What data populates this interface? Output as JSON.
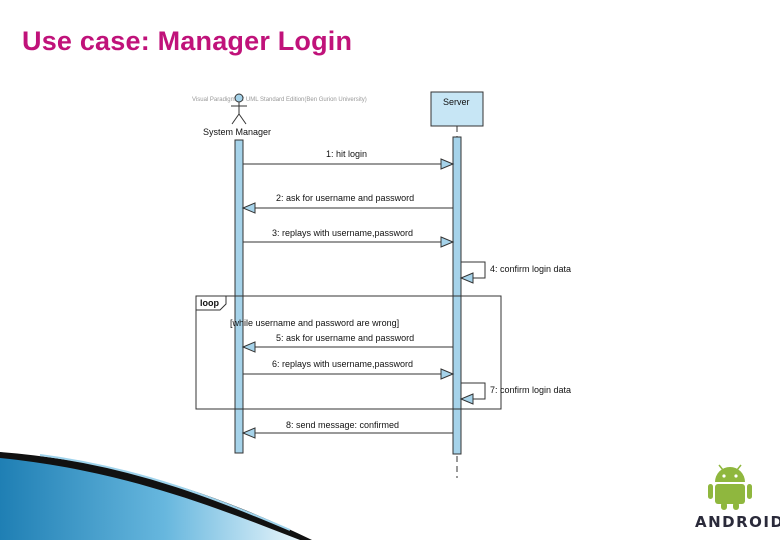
{
  "slide": {
    "title": "Use case: Manager Login"
  },
  "diagram": {
    "watermark": "Visual Paradigm for UML Standard Edition(Ben Gurion University)",
    "actor": {
      "name": "System Manager"
    },
    "server": {
      "name": "Server"
    },
    "loop": {
      "label": "loop",
      "guard": "[while username and password are wrong]"
    },
    "messages": [
      {
        "label": "1: hit login",
        "dir": "right"
      },
      {
        "label": "2: ask for username and password",
        "dir": "left"
      },
      {
        "label": "3: replays with username,password",
        "dir": "right"
      },
      {
        "label": "4: confirm login data",
        "dir": "self"
      },
      {
        "label": "5: ask for username and password",
        "dir": "left"
      },
      {
        "label": "6: replays with username,password",
        "dir": "right"
      },
      {
        "label": "7: confirm login data",
        "dir": "self"
      },
      {
        "label": "8: send message: confirmed",
        "dir": "left"
      }
    ],
    "colors": {
      "lifeline_bar": "#a6d3ea",
      "server_box": "#c7e6f5",
      "stroke": "#333333"
    }
  },
  "branding": {
    "logo_text": "ANDROID",
    "robot_color": "#8fb73e"
  }
}
